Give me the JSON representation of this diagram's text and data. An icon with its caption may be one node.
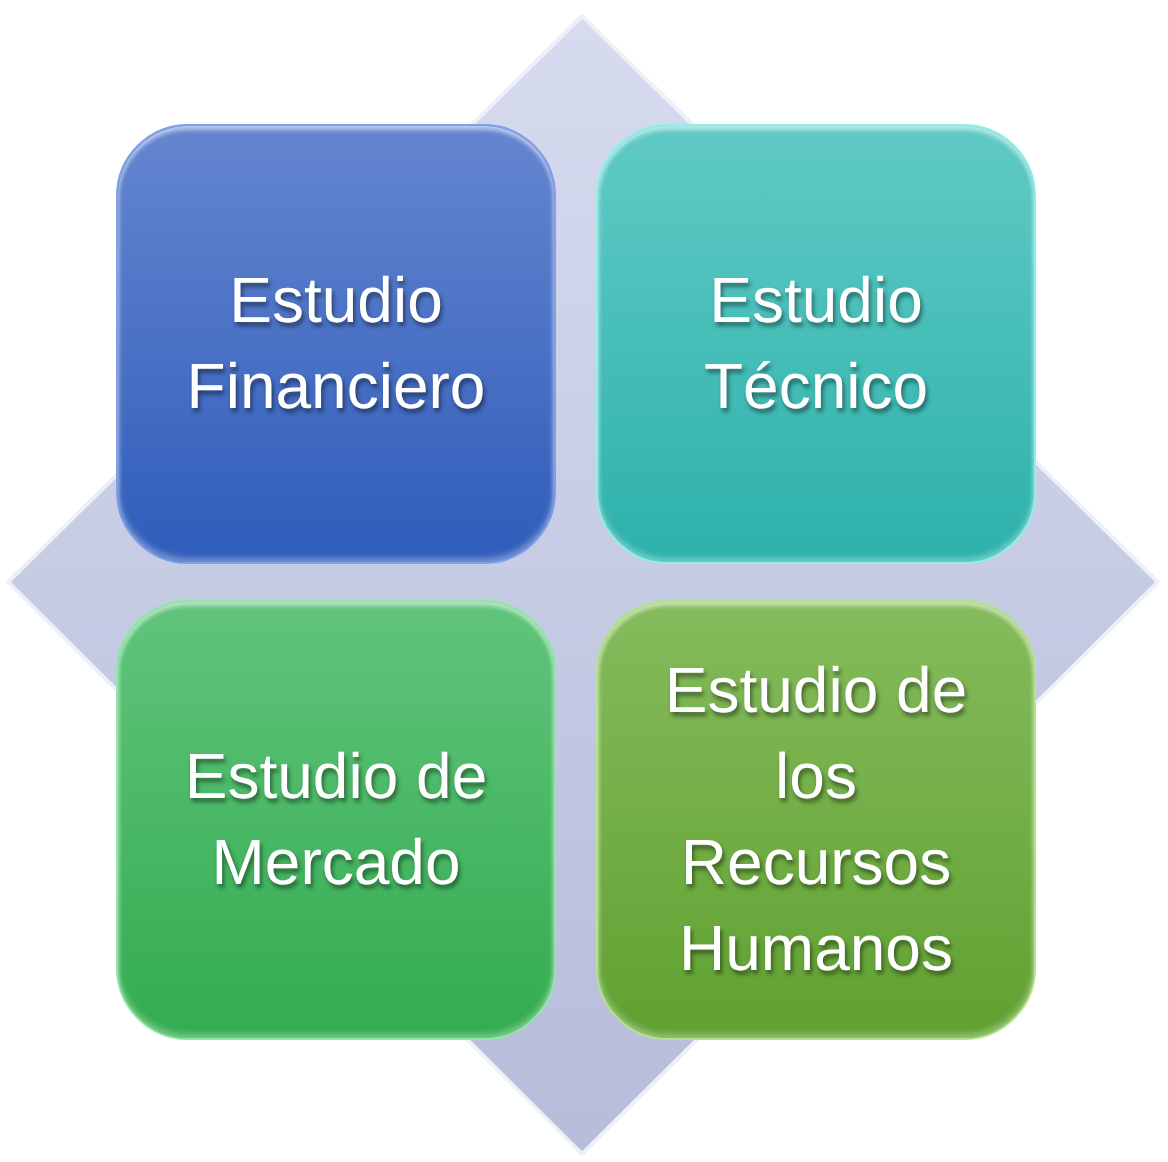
{
  "diagram": {
    "nodes": [
      {
        "text": [
          "Estudio Financiero"
        ]
      },
      {
        "text": [
          "Estudio Técnico"
        ]
      },
      {
        "text": [
          "Estudio de Mercado"
        ]
      },
      {
        "text": [
          "Estudio de los Recursos Humanos"
        ]
      }
    ]
  }
}
